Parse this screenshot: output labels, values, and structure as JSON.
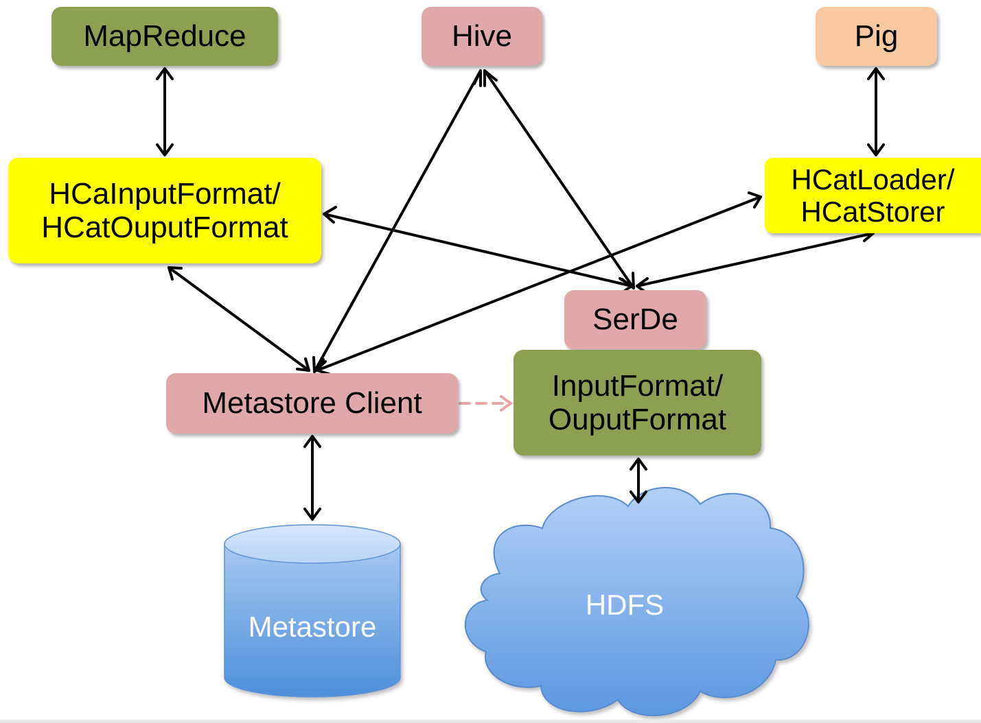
{
  "nodes": {
    "mapreduce": {
      "line1": "MapReduce",
      "color": "#8da052"
    },
    "hive": {
      "line1": "Hive",
      "color": "#e0a8a8"
    },
    "pig": {
      "line1": "Pig",
      "color": "#f8c9a0"
    },
    "hcat_format": {
      "line1": "HCaInputFormat/",
      "line2": "HCatOuputFormat",
      "color": "#ffff00"
    },
    "hcat_loader": {
      "line1": "HCatLoader/",
      "line2": "HCatStorer",
      "color": "#ffff00"
    },
    "serde": {
      "line1": "SerDe",
      "color": "#e0a8a8"
    },
    "inputformat": {
      "line1": "InputFormat/",
      "line2": "OuputFormat",
      "color": "#8da052"
    },
    "metastore_client": {
      "line1": "Metastore Client",
      "color": "#e0a8a8"
    },
    "metastore": {
      "line1": "Metastore",
      "color": "#74a8e2"
    },
    "hdfs": {
      "line1": "HDFS",
      "color": "#85b3ea"
    }
  },
  "colors": {
    "arrow": "#000000",
    "dashed_arrow": "#e8a6a6"
  }
}
